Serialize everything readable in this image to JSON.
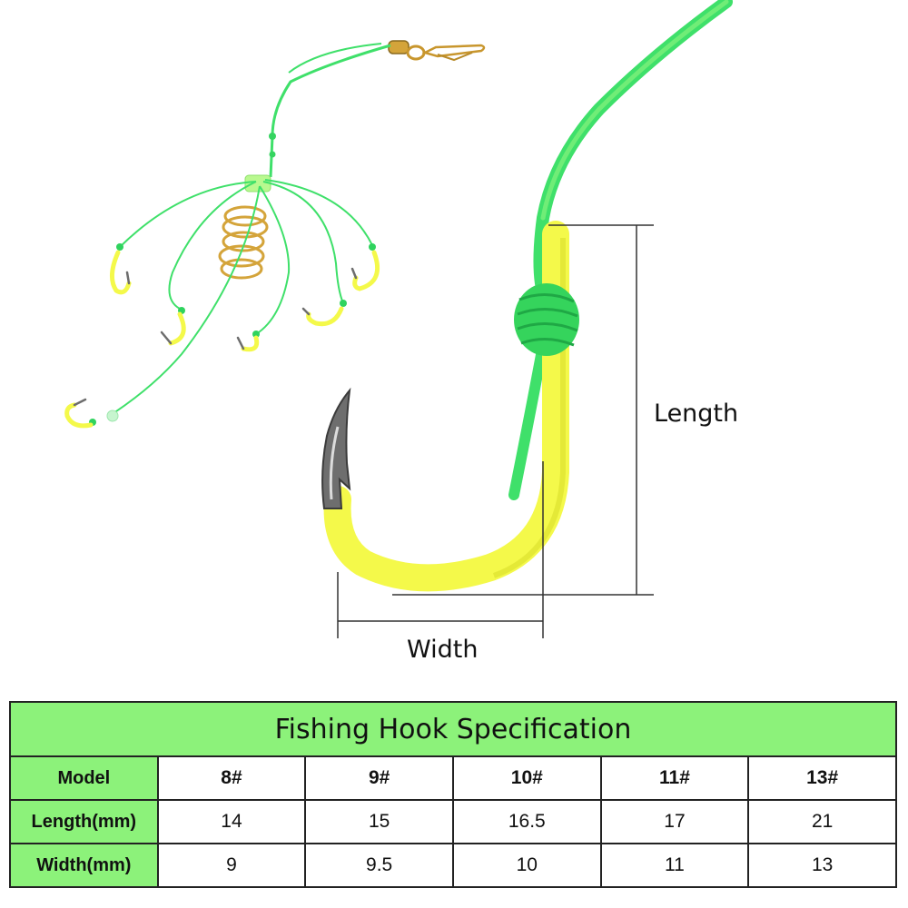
{
  "illustration": {
    "length_label": "Length",
    "width_label": "Width"
  },
  "spec_table": {
    "title": "Fishing Hook Specification",
    "row_headers": [
      "Model",
      "Length(mm)",
      "Width(mm)"
    ],
    "models": [
      "8#",
      "9#",
      "10#",
      "11#",
      "13#"
    ],
    "lengths": [
      "14",
      "15",
      "16.5",
      "17",
      "21"
    ],
    "widths": [
      "9",
      "9.5",
      "10",
      "11",
      "13"
    ]
  },
  "colors": {
    "header_green": "#8cf27a",
    "line_green": "#3fe06a",
    "hook_yellow": "#f4f94a",
    "bead_gold": "#d4a43a"
  }
}
